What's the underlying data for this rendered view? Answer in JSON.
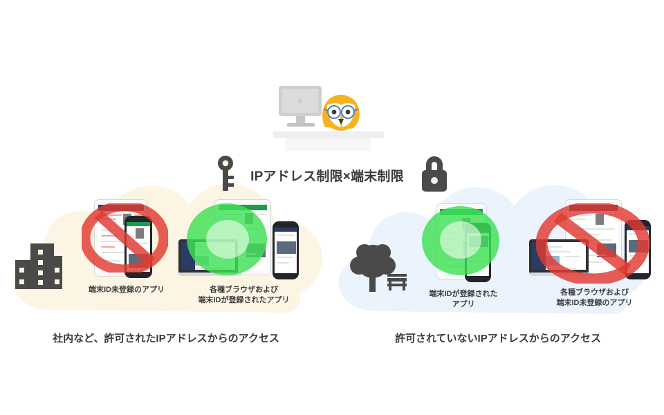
{
  "page": {
    "title": "IPアドレス制限×端末制限",
    "background_color": "#ffffff"
  },
  "header": {
    "key_icon": "key-icon",
    "lock_icon": "padlock-icon",
    "title": "IPアドレス制限×端末制限"
  },
  "mascot": {
    "name": "owl-mascot",
    "accessory": "glasses",
    "body_color": "#f5b31d",
    "monitor": "desktop-monitor"
  },
  "zones": [
    {
      "id": "allowed-ip-zone",
      "cloud_color": "#fdf5e4",
      "place_icon": "office-building-icon",
      "caption": "社内など、許可されたIPアドレスからのアクセス",
      "groups": [
        {
          "id": "unregistered-app-blocked",
          "status": "blocked",
          "status_icon": "prohibition-sign",
          "label": "端末ID未登録のアプリ",
          "devices": [
            "tablet",
            "smartphone"
          ]
        },
        {
          "id": "browser-and-registered-app-allowed",
          "status": "allowed",
          "status_icon": "green-ok-circle",
          "label": "各種ブラウザおよび\n端末IDが登録されたアプリ",
          "devices": [
            "laptop",
            "tablet",
            "smartphone"
          ]
        }
      ]
    },
    {
      "id": "disallowed-ip-zone",
      "cloud_color": "#ebf3fd",
      "place_icon": "tree-and-bench-icon",
      "caption": "許可されていないIPアドレスからのアクセス",
      "groups": [
        {
          "id": "registered-app-allowed",
          "status": "allowed",
          "status_icon": "green-ok-circle",
          "label": "端末IDが登録された\nアプリ",
          "devices": [
            "tablet",
            "smartphone"
          ]
        },
        {
          "id": "browser-and-unregistered-app-blocked",
          "status": "blocked",
          "status_icon": "prohibition-sign",
          "label": "各種ブラウザおよび\n端末ID未登録のアプリ",
          "devices": [
            "laptop",
            "tablet",
            "smartphone"
          ]
        }
      ]
    }
  ],
  "colors": {
    "blocked_red": "#e03a32",
    "allowed_green": "#3ee054",
    "icon_dark": "#4a4a48",
    "text_dark": "#3a3a3a",
    "cloud_cream": "#fdf5e4",
    "cloud_blue": "#ebf3fd",
    "owl_yellow": "#f5b31d"
  }
}
